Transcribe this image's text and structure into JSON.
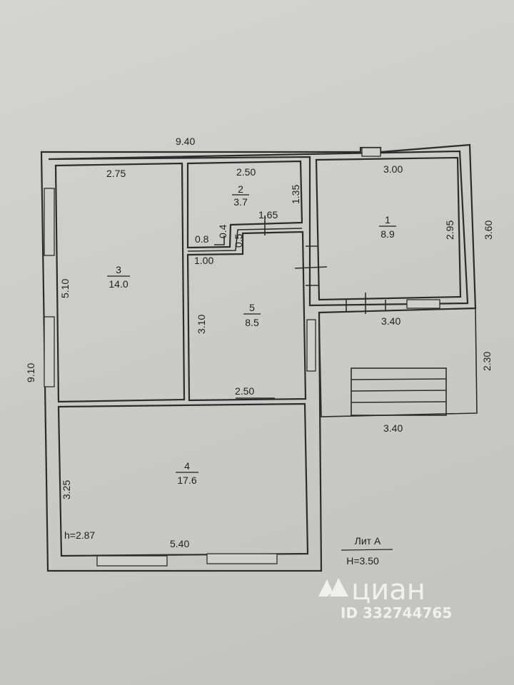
{
  "dimensions": {
    "overall_width": "9.40",
    "overall_height": "9.10",
    "room3_width": "2.75",
    "room3_height": "5.10",
    "room2_width": "2.50",
    "room2_height": "1.35",
    "corridor_a": "1.65",
    "corridor_b": "0.8",
    "corridor_c": "0.4",
    "corridor_d": "0.5",
    "corridor_e": "1.00",
    "room5_height": "3.10",
    "room5_width": "2.50",
    "room1_width": "3.00",
    "room1_height": "2.95",
    "right_height": "3.60",
    "room1_bottom": "3.40",
    "porch_height": "2.30",
    "porch_width": "3.40",
    "room4_height": "3.25",
    "room4_width": "5.40"
  },
  "rooms": [
    {
      "number": "1",
      "area": "8.9"
    },
    {
      "number": "2",
      "area": "3.7"
    },
    {
      "number": "3",
      "area": "14.0"
    },
    {
      "number": "4",
      "area": "17.6"
    },
    {
      "number": "5",
      "area": "8.5"
    }
  ],
  "ceiling_height": "h=2.87",
  "building_label": "Лит А",
  "building_height": "H=3.50",
  "watermark": {
    "brand": "циан",
    "id": "ID 332744765"
  }
}
